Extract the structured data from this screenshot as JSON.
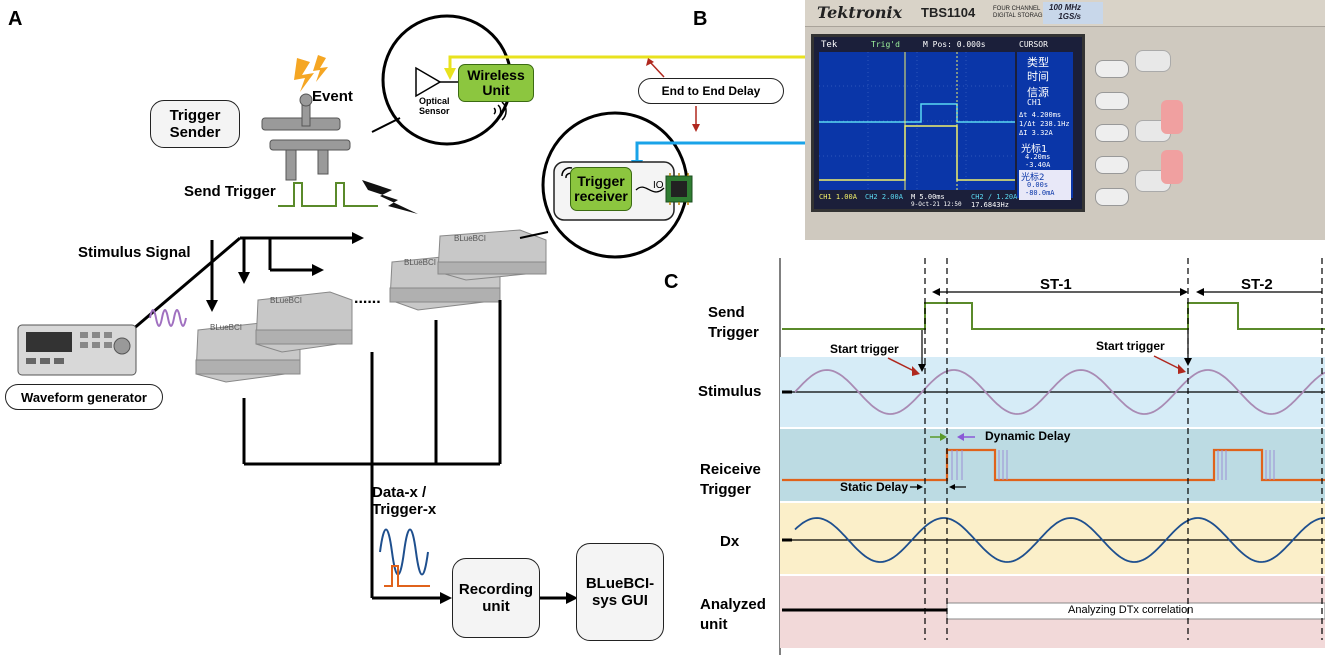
{
  "panels": {
    "a": "A",
    "b": "B",
    "c": "C"
  },
  "panel_a": {
    "trigger_sender": "Trigger\nSender",
    "event": "Event",
    "send_trigger": "Send Trigger",
    "stimulus_signal": "Stimulus Signal",
    "waveform_generator": "Waveform generator",
    "optical_sensor": "Optical\nSensor",
    "wireless_unit": "Wireless\nUnit",
    "end_to_end_delay": "End to End Delay",
    "trigger_receiver": "Trigger\nreceiver",
    "io": "IO",
    "device_brand": "BLueBCI",
    "dots": "......",
    "data_trigger": "Data-x /\nTrigger-x",
    "recording_unit": "Recording\nunit",
    "gui": "BLueBCI-\nsys GUI"
  },
  "panel_b": {
    "brand": "Tektronix",
    "model": "TBS1104",
    "model_sub": "FOUR CHANNEL\nDIGITAL STORAGE OSCILLOSCOPE",
    "spec": "100 MHz\n1GS/s",
    "tek": "Tek",
    "trig": "Trig'd",
    "mpos": "M Pos: 0.000s",
    "cursor_title": "CURSOR",
    "cursor_type": "类型",
    "cursor_time": "时间",
    "cursor_source": "信源",
    "cursor_ch": "CH1",
    "delta_t": "Δt 4.200ms",
    "one_over_dt": "1/Δt 238.1Hz",
    "delta_i": "ΔI 3.32A",
    "cursor1": "光标1",
    "c1_t": "4.20ms",
    "c1_i": "-3.40A",
    "cursor2": "光标2",
    "c2_t": "0.00s",
    "c2_i": "-80.0mA",
    "ch1": "CH1 1.00A",
    "ch2": "CH2 2.00A",
    "m_time": "M 5.00ms",
    "date": "9-Oct-21 12:50",
    "ch2_trig": "CH2 ∕ 1.20A",
    "freq": "17.6843Hz"
  },
  "panel_c": {
    "st1": "ST-1",
    "st2": "ST-2",
    "send_trigger": "Send\nTrigger",
    "start_trigger": "Start trigger",
    "stimulus": "Stimulus",
    "dynamic_delay": "Dynamic Delay",
    "receive_trigger": "Reiceive\nTrigger",
    "static_delay": "Static Delay",
    "dx": "Dx",
    "analyzed_unit": "Analyzed\nunit",
    "analyzing": "Analyzing DTx correlation"
  },
  "colors": {
    "green": "#5a8a2a",
    "stimulus_wave": "#a98bb4",
    "receive_trigger": "#e0621b",
    "dx_wave": "#1e4f8e",
    "band_stimulus": "#d6ecf7",
    "band_receive": "#bcdbe3",
    "band_dx": "#fbefc9",
    "band_analyzed": "#f2d9d9",
    "yellow_line": "#e8e21e",
    "blue_line": "#1aa3e8"
  }
}
